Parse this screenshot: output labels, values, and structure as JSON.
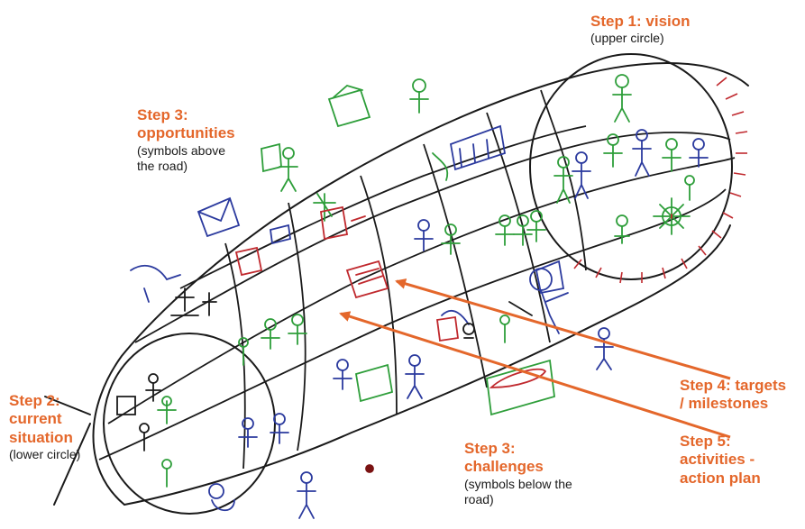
{
  "colors": {
    "accent": "#e4672b",
    "ink": "#1a1a1a",
    "green": "#2e9e3a",
    "blue": "#2b3a9e",
    "red": "#c0292e"
  },
  "labels": {
    "vision": {
      "title": "Step 1: vision",
      "sub": "(upper circle)"
    },
    "opportunities": {
      "title_1": "Step 3:",
      "title_2": "opportunities",
      "sub_1": "(symbols above",
      "sub_2": "the road)"
    },
    "current": {
      "title_1": "Step 2:",
      "title_2": "current",
      "title_3": "situation",
      "sub": "(lower circle)"
    },
    "challenges": {
      "title_1": "Step 3:",
      "title_2": "challenges",
      "sub_1": "(symbols below the",
      "sub_2": "road)"
    },
    "targets": {
      "title_1": "Step 4: targets",
      "title_2": "/ milestones"
    },
    "activities": {
      "title_1": "Step 5:",
      "title_2": "activities -",
      "title_3": "action plan"
    }
  }
}
